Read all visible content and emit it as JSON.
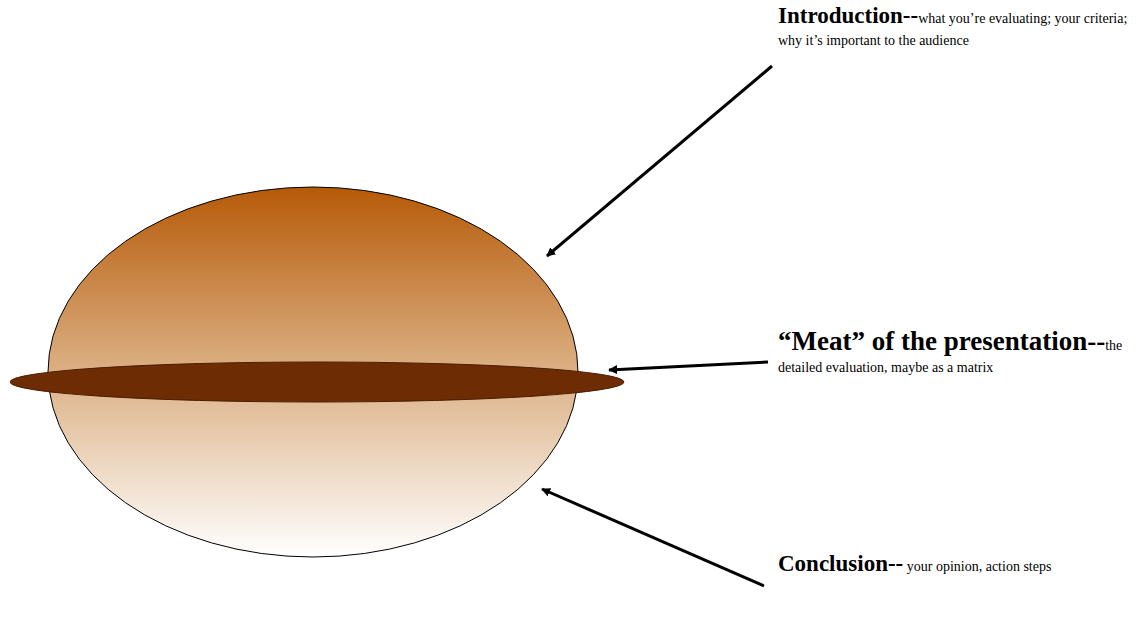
{
  "diagram": {
    "labels": [
      "Introduction--",
      "what you’re evaluating; your criteria; why it’s important to the audience",
      "“Meat” of the presentation--",
      "the detailed evaluation, maybe as a matrix",
      "Conclusion--",
      " your opinion, action steps"
    ]
  }
}
